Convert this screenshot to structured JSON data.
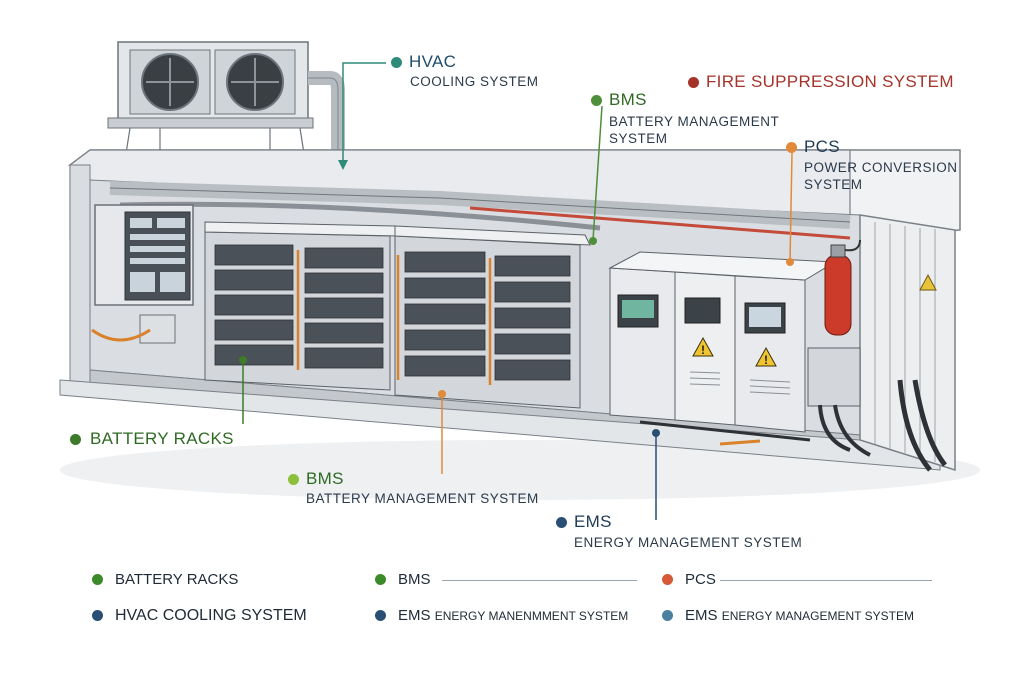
{
  "callouts": {
    "hvac": {
      "title": "HVAC",
      "subtitle": "COOLING SYSTEM",
      "color": "#2e8b7a"
    },
    "fire": {
      "title": "FIRE SUPPRESSION SYSTEM",
      "color": "#a6332a"
    },
    "bms_top": {
      "title": "BMS",
      "subtitle_line1": "BATTERY MANAGEMENT",
      "subtitle_line2": "SYSTEM",
      "color": "#4f8f3a"
    },
    "pcs": {
      "title": "PCS",
      "subtitle_line1": "POWER CONVERSION",
      "subtitle_line2": "SYSTEM",
      "color": "#e08a3a"
    },
    "battery_racks": {
      "title": "BATTERY RACKS",
      "color": "#3d7a2a"
    },
    "bms_mid": {
      "title": "BMS",
      "subtitle": "BATTERY MANAGEMENT SYSTEM",
      "color": "#8cbf3a"
    },
    "ems": {
      "title": "EMS",
      "subtitle": "ENERGY MANAGEMENT SYSTEM",
      "color": "#2a4f75"
    }
  },
  "legend": {
    "r1c1": {
      "label": "BATTERY RACKS",
      "color": "#3d8a2a"
    },
    "r1c2": {
      "label": "BMS",
      "color": "#3d8a2a"
    },
    "r1c3": {
      "label": "PCS",
      "color": "#d45a3a"
    },
    "r2c1": {
      "label": "HVAC COOLING SYSTEM",
      "color": "#2a4f75"
    },
    "r2c2": {
      "label_a": "EMS",
      "label_b": "ENERGY MANENMMENT SYSTEM",
      "color": "#2a4f75"
    },
    "r2c3": {
      "label_a": "EMS",
      "label_b": "ENERGY MANAGEMENT SYSTEM",
      "color": "#4a7fa0"
    }
  },
  "warning_glyph": "!"
}
